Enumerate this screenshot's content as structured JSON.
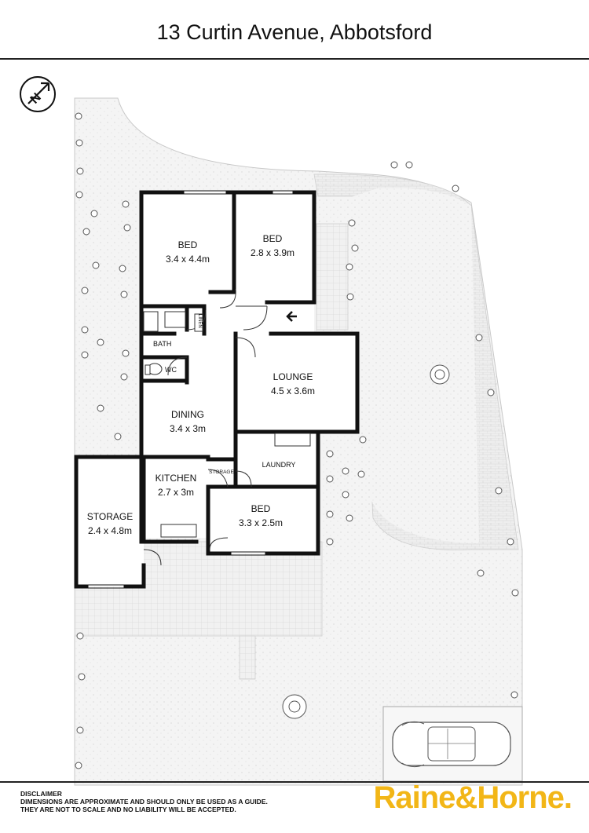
{
  "header": {
    "address": "13 Curtin Avenue, Abbotsford"
  },
  "compass": {
    "letter": "N"
  },
  "rooms": {
    "bed1": {
      "name": "BED",
      "size": "3.4 x 4.4m"
    },
    "bed2": {
      "name": "BED",
      "size": "2.8 x 3.9m"
    },
    "bath": {
      "name": "BATH"
    },
    "linen": {
      "name": "LINEN"
    },
    "wc": {
      "name": "WC"
    },
    "lounge": {
      "name": "LOUNGE",
      "size": "4.5 x 3.6m"
    },
    "dining": {
      "name": "DINING",
      "size": "3.4 x 3m"
    },
    "laundry": {
      "name": "LAUNDRY"
    },
    "kitchen": {
      "name": "KITCHEN",
      "size": "2.7 x 3m"
    },
    "storage_small": {
      "name": "STORAGE"
    },
    "bed3": {
      "name": "BED",
      "size": "3.3 x 2.5m"
    },
    "storage": {
      "name": "STORAGE",
      "size": "2.4 x 4.8m"
    }
  },
  "footer": {
    "disclaimer_title": "DISCLAIMER",
    "disclaimer_line1": "DIMENSIONS ARE APPROXIMATE AND SHOULD ONLY BE USED AS A  GUIDE.",
    "disclaimer_line2": "THEY ARE NOT TO SCALE AND NO LIABILITY WILL BE ACCEPTED.",
    "brand": "Raine&Horne."
  },
  "colors": {
    "brand": "#f2b617",
    "wall": "#111111",
    "landscape": "#f3f3f3",
    "paving": "#e9e9e9"
  }
}
